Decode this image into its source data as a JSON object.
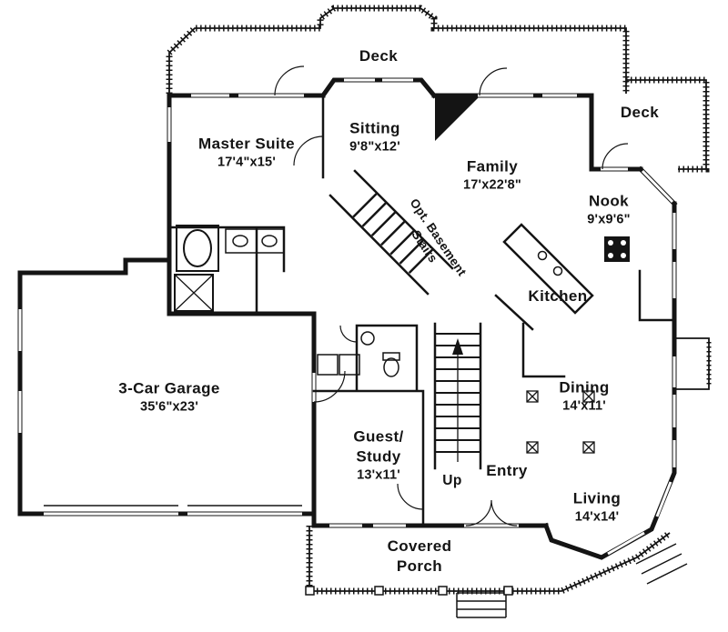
{
  "colors": {
    "ink": "#141414",
    "paper": "#ffffff"
  },
  "plan": {
    "deck_top": "Deck",
    "deck_right": "Deck",
    "sitting": {
      "name": "Sitting",
      "dims": "9'8\"x12'"
    },
    "master": {
      "name": "Master Suite",
      "dims": "17'4\"x15'"
    },
    "family": {
      "name": "Family",
      "dims": "17'x22'8\""
    },
    "nook": {
      "name": "Nook",
      "dims": "9'x9'6\""
    },
    "basement": {
      "line1": "Opt. Basement",
      "line2": "Stairs"
    },
    "kitchen": {
      "name": "Kitchen"
    },
    "garage": {
      "name": "3-Car Garage",
      "dims": "35'6\"x23'"
    },
    "dining": {
      "name": "Dining",
      "dims": "14'x11'"
    },
    "guest": {
      "line1": "Guest/",
      "line2": "Study",
      "dims": "13'x11'"
    },
    "entry": {
      "name": "Entry"
    },
    "stairs_up": {
      "name": "Up"
    },
    "living": {
      "name": "Living",
      "dims": "14'x14'"
    },
    "porch": {
      "line1": "Covered",
      "line2": "Porch"
    }
  }
}
